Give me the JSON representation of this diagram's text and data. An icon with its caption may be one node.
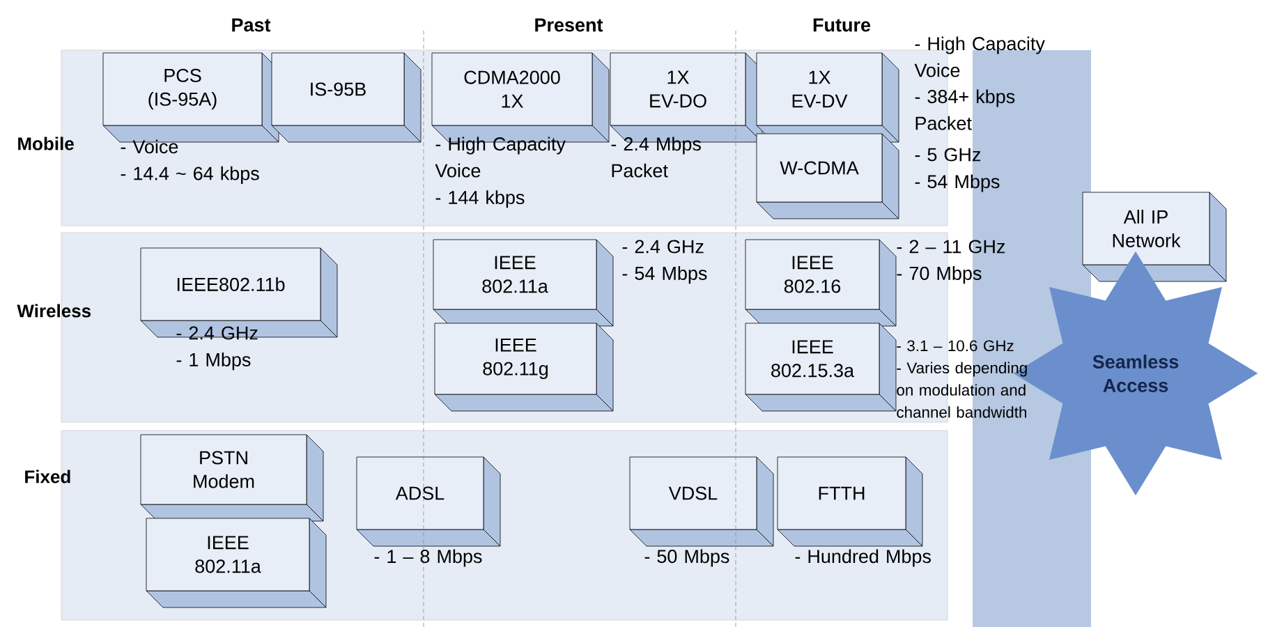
{
  "diagram": {
    "nodes": [
      {
        "text": [
          "Mobile"
        ]
      },
      {
        "text": [
          "PCS (IS-95A)"
        ],
        "in": 0,
        "beside": [
          "- Voice",
          "- 14.4 ~ 64 kbps"
        ]
      },
      {
        "text": [
          "IS-95B"
        ],
        "in": 0
      },
      {
        "text": [
          "CDMA2000 1X"
        ],
        "in": 0,
        "beside": [
          "- High Capacity Voice",
          "- 144 kbps"
        ]
      },
      {
        "text": [
          "1X EV-DO"
        ],
        "in": 0,
        "beside": [
          "- 2.4 Mbps Packet"
        ]
      },
      {
        "text": [
          "1X EV-DV"
        ],
        "in": 0
      },
      {
        "text": [
          "W-CDMA"
        ],
        "in": 0
      },
      {
        "text": [
          "Wireless"
        ]
      },
      {
        "text": [
          "IEEE802.11b"
        ],
        "in": 7,
        "beside": [
          "- 2.4 GHz",
          "- 1 Mbps"
        ]
      },
      {
        "text": [
          "IEEE 802.11a"
        ],
        "in": 7,
        "beside": [
          "- 2.4 GHz",
          "- 54 Mbps"
        ]
      },
      {
        "text": [
          "IEEE 802.11g"
        ],
        "in": 7
      },
      {
        "text": [
          "IEEE 802.16"
        ],
        "in": 7,
        "beside": [
          "- 2 – 11 GHz",
          "- 70 Mbps"
        ]
      },
      {
        "text": [
          "IEEE 802.15.3a"
        ],
        "in": 7,
        "beside": [
          "- 3.1 – 10.6 GHz",
          "- Varies depending on modulation and channel bandwidth"
        ]
      },
      {
        "text": [
          "Fixed"
        ]
      },
      {
        "text": [
          "PSTN Modem"
        ],
        "in": 13
      },
      {
        "text": [
          "IEEE 802.11a"
        ],
        "in": 13
      },
      {
        "text": [
          "ADSL"
        ],
        "in": 13,
        "beside": [
          "- 1 – 8 Mbps"
        ]
      },
      {
        "text": [
          "VDSL"
        ],
        "in": 13,
        "beside": [
          "- 50 Mbps"
        ]
      },
      {
        "text": [
          "FTTH"
        ],
        "in": 13,
        "beside": [
          "- Hundred Mbps"
        ]
      },
      {
        "text": [
          "All IP Network"
        ]
      },
      {
        "text": [
          "Seamless Access"
        ]
      },
      {
        "text": [],
        "shape": "bar"
      }
    ],
    "labels": [
      "Past",
      "Present",
      "Future",
      "- High Capacity Voice",
      "- 384+ kbps Packet",
      "- 5 GHz",
      "- 54 Mbps"
    ]
  }
}
